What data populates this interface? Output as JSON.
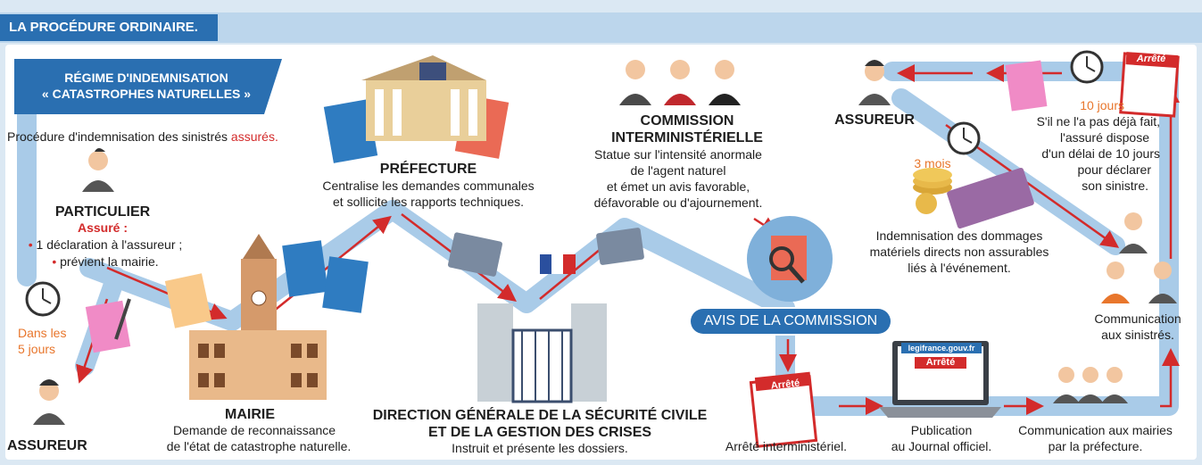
{
  "header": {
    "title": "LA PROCÉDURE ORDINAIRE."
  },
  "banner": {
    "line1": "RÉGIME D'INDEMNISATION",
    "line2": "« CATASTROPHES NATURELLES »"
  },
  "intro": {
    "text": "Procédure d'indemnisation des sinistrés ",
    "highlight": "assurés."
  },
  "particulier": {
    "title": "PARTICULIER",
    "subtitle": "Assuré :",
    "item1": "1 déclaration à l'assureur ;",
    "item2": "prévient la mairie."
  },
  "delay_5": {
    "line1": "Dans les",
    "line2": "5 jours"
  },
  "assureur_left": {
    "title": "ASSUREUR"
  },
  "mairie": {
    "title": "MAIRIE",
    "line1": "Demande de reconnaissance",
    "line2": "de l'état de catastrophe naturelle."
  },
  "prefecture": {
    "title": "PRÉFECTURE",
    "line1": "Centralise les demandes communales",
    "line2": "et sollicite les rapports techniques."
  },
  "dgscgc": {
    "line1": "DIRECTION GÉNÉRALE DE LA SÉCURITÉ CIVILE",
    "line2": "ET DE LA GESTION DES CRISES",
    "line3": "Instruit et présente les dossiers."
  },
  "commission": {
    "title1": "COMMISSION",
    "title2": "INTERMINISTÉRIELLE",
    "line1": "Statue sur l'intensité anormale",
    "line2": "de l'agent naturel",
    "line3": "et émet un avis favorable,",
    "line4": "défavorable ou d'ajournement."
  },
  "avis": {
    "label": "AVIS DE LA COMMISSION"
  },
  "arrete": {
    "label": "Arrêté interministériel.",
    "doc": "Arrêté"
  },
  "publication": {
    "line1": "Publication",
    "line2": "au Journal officiel.",
    "site": "legifrance.gouv.fr",
    "doc": "Arrêté"
  },
  "communication_mairies": {
    "line1": "Communication aux mairies",
    "line2": "par la préfecture."
  },
  "communication_sinistres": {
    "line1": "Communication",
    "line2": "aux sinistrés."
  },
  "assureur_right": {
    "title": "ASSUREUR"
  },
  "delay_10": {
    "label": "10 jours",
    "line1": "S'il ne l'a pas déjà fait,",
    "line2": "l'assuré dispose",
    "line3": "d'un délai de 10 jours",
    "line4": "pour déclarer",
    "line5": "son sinistre."
  },
  "delay_3": {
    "label": "3 mois"
  },
  "indemnisation": {
    "line1": "Indemnisation des dommages",
    "line2": "matériels directs non assurables",
    "line3": "liés à l'événement."
  },
  "arrete_top": {
    "doc": "Arrêté"
  },
  "colors": {
    "blue": "#2a6fb1",
    "red": "#d32b2b",
    "orange": "#e8762c",
    "path": "#a9cbe8"
  }
}
